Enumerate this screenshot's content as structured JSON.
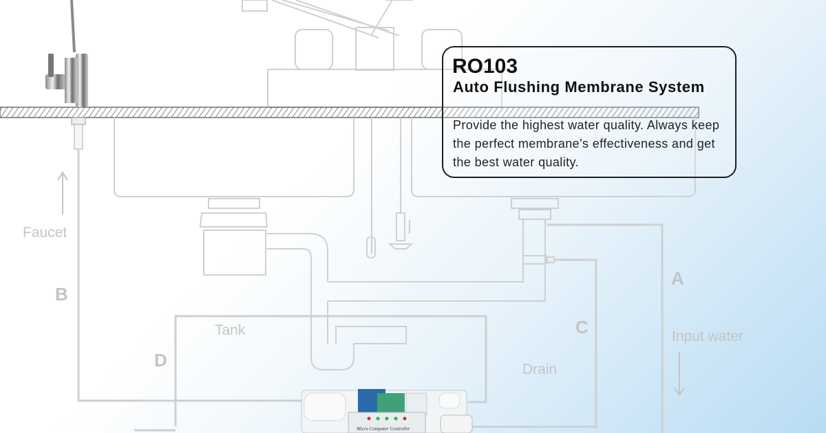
{
  "product": {
    "model": "RO103",
    "subtitle": "Auto Flushing Membrane System",
    "description": "Provide the highest water quality. Always keep the perfect membrane's effectiveness and get the best water quality."
  },
  "labels": {
    "faucet": "Faucet",
    "tank": "Tank",
    "drain": "Drain",
    "input_water": "Input water",
    "letter_a": "A",
    "letter_b": "B",
    "letter_c": "C",
    "letter_d": "D",
    "controller": "Micro Computer Controller"
  },
  "colors": {
    "line": "#cfcfcf",
    "label": "#c4c4c4",
    "text": "#111111",
    "sky": "#b9dcf3"
  }
}
